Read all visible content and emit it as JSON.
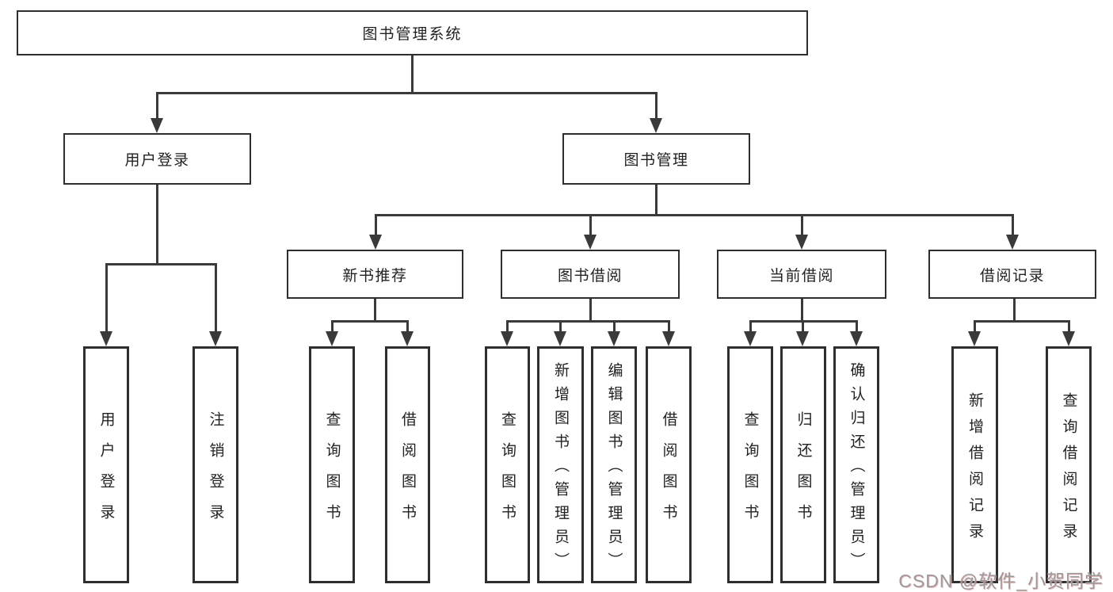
{
  "diagram": {
    "title": "图书管理系统",
    "root": {
      "label": "图书管理系统"
    },
    "level1": [
      {
        "label": "用户登录"
      },
      {
        "label": "图书管理"
      }
    ],
    "level2": [
      {
        "label": "新书推荐",
        "parent": "图书管理"
      },
      {
        "label": "图书借阅",
        "parent": "图书管理"
      },
      {
        "label": "当前借阅",
        "parent": "图书管理"
      },
      {
        "label": "借阅记录",
        "parent": "图书管理"
      }
    ],
    "leaves": [
      {
        "label": "用户登录",
        "parent": "用户登录"
      },
      {
        "label": "注销登录",
        "parent": "用户登录"
      },
      {
        "label": "查询图书",
        "parent": "新书推荐"
      },
      {
        "label": "借阅图书",
        "parent": "新书推荐"
      },
      {
        "label": "查询图书",
        "parent": "图书借阅"
      },
      {
        "label": "新增图书（管理员）",
        "parent": "图书借阅"
      },
      {
        "label": "编辑图书（管理员）",
        "parent": "图书借阅"
      },
      {
        "label": "借阅图书",
        "parent": "图书借阅"
      },
      {
        "label": "查询图书",
        "parent": "当前借阅"
      },
      {
        "label": "归还图书",
        "parent": "当前借阅"
      },
      {
        "label": "确认归还（管理员）",
        "parent": "当前借阅"
      },
      {
        "label": "新增借阅记录",
        "parent": "借阅记录"
      },
      {
        "label": "查询借阅记录",
        "parent": "借阅记录"
      }
    ]
  },
  "watermark": {
    "text": "CSDN @软件_小贺同学"
  },
  "colors": {
    "line": "#3a3a3a",
    "border": "#2e2e2e",
    "text": "#222222",
    "background": "#ffffff",
    "watermark": "#9a9a9a",
    "watermark_accent": "#d96a6a"
  }
}
